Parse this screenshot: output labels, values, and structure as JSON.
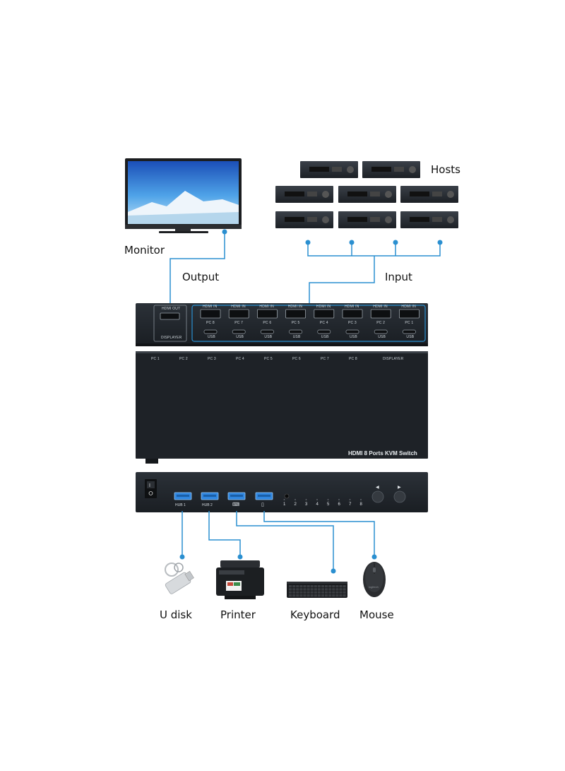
{
  "labels": {
    "monitor": "Monitor",
    "hosts": "Hosts",
    "output": "Output",
    "input": "Input",
    "u_disk": "U disk",
    "printer": "Printer",
    "keyboard": "Keyboard",
    "mouse": "Mouse"
  },
  "back_panel": {
    "hdmi_out": "HDMI OUT",
    "displayer": "DISPLAYER",
    "hdmi_in": "HDMI IN",
    "usb": "USB",
    "ports": [
      "PC 8",
      "PC 7",
      "PC 6",
      "PC 5",
      "PC 4",
      "PC 3",
      "PC 2",
      "PC 1"
    ]
  },
  "top_panel": {
    "ports": [
      "PC 1",
      "PC 2",
      "PC 3",
      "PC 4",
      "PC 5",
      "PC 6",
      "PC 7",
      "PC 8",
      "DISPLAYER"
    ],
    "title": "HDMI 8 Ports KVM Switch"
  },
  "front_panel": {
    "hub1": "HUB 1",
    "hub2": "HUB 2",
    "numbers": [
      "1",
      "2",
      "3",
      "4",
      "5",
      "6",
      "7",
      "8"
    ],
    "prev_arrow": "◀",
    "next_arrow": "▶"
  },
  "colors": {
    "connector_blue": "#2a8fd0",
    "device_body": "#2a2f35",
    "usb_blue": "#2f86e0"
  }
}
